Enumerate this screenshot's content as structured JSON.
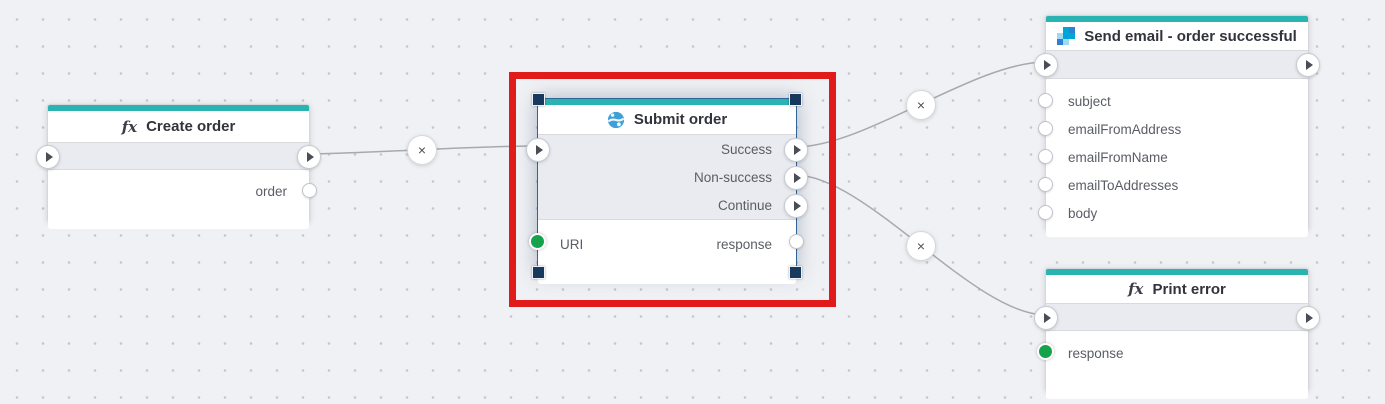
{
  "glyphs": {
    "fx": "fx",
    "delete": "×"
  },
  "colors": {
    "accent_teal": "#2ab4b1",
    "annotation_red": "#e11a1a",
    "bound_port_green": "#16a24d",
    "wire_gray": "#a7a9b0",
    "canvas_background": "#f0f1f4"
  },
  "nodes": {
    "create_order": {
      "title": "Create order",
      "icon": "fx-icon",
      "output_label": "order"
    },
    "submit_order": {
      "title": "Submit order",
      "icon": "globe-icon",
      "selected": true,
      "flow_outputs": [
        "Success",
        "Non-success",
        "Continue"
      ],
      "input_label": "URI",
      "output_label": "response"
    },
    "send_email": {
      "title": "Send email - order successful",
      "icon": "sendgrid-icon",
      "input_labels": [
        "subject",
        "emailFromAddress",
        "emailFromName",
        "emailToAddresses",
        "body"
      ]
    },
    "print_error": {
      "title": "Print error",
      "icon": "fx-icon",
      "input_label": "response"
    }
  },
  "connections": [
    {
      "from": "Create order (flow out)",
      "to": "Submit order (flow in)"
    },
    {
      "from": "Submit order (Success)",
      "to": "Send email - order successful (flow in)"
    },
    {
      "from": "Submit order (Non-success)",
      "to": "Print error (flow in)"
    }
  ]
}
